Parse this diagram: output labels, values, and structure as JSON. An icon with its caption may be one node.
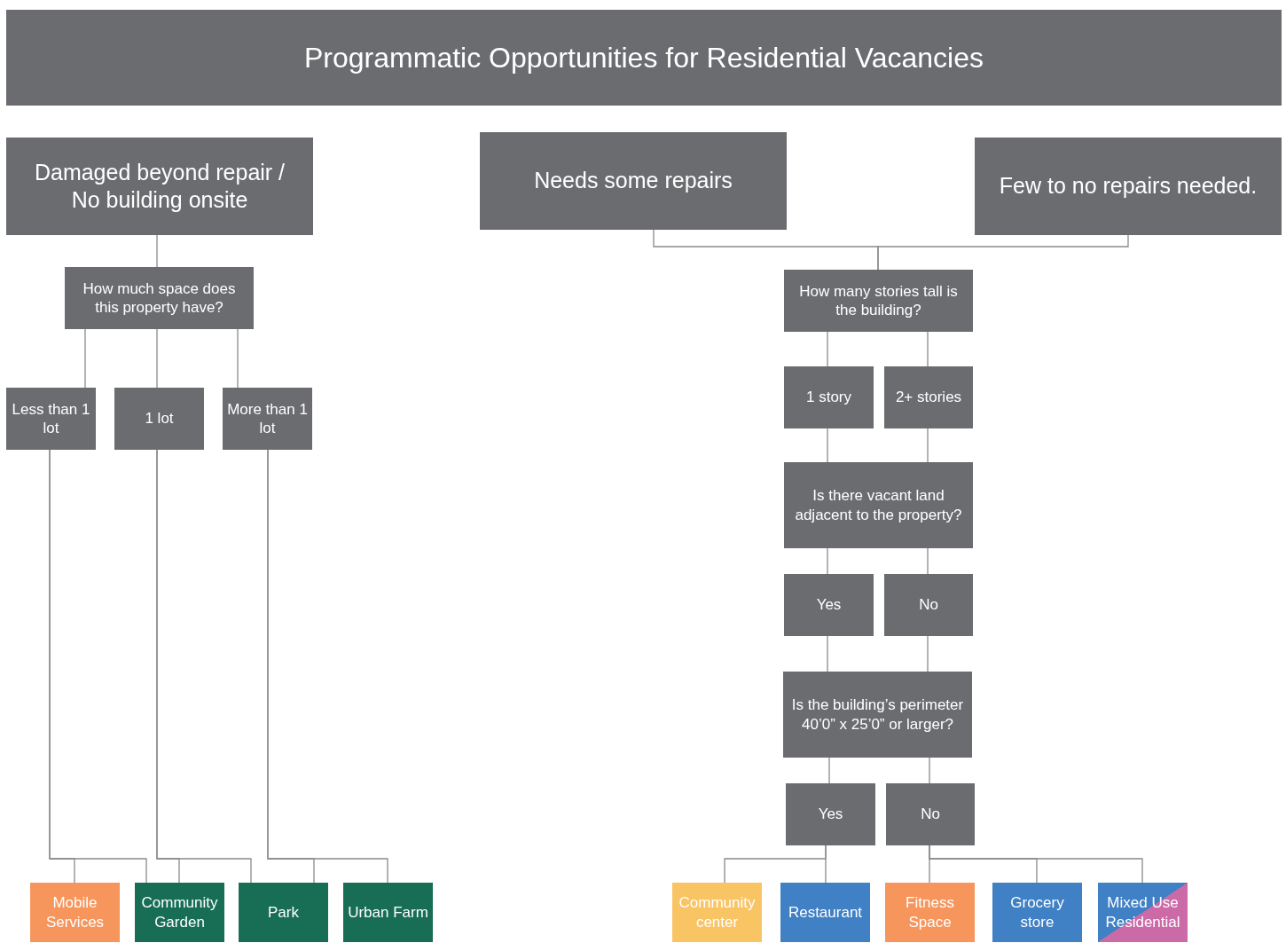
{
  "diagram": {
    "title": "Programmatic Opportunities for Residential Vacancies",
    "nodes": [
      {
        "text": [
          "Damaged beyond repair / No building onsite"
        ]
      },
      {
        "text": [
          "Needs some repairs"
        ]
      },
      {
        "text": [
          "Few to no repairs needed."
        ]
      },
      {
        "text": [
          "How much space does this property have?"
        ]
      },
      {
        "text": [
          "Less than 1 lot"
        ]
      },
      {
        "text": [
          "1 lot"
        ]
      },
      {
        "text": [
          "More than 1 lot"
        ]
      },
      {
        "text": [
          "How many stories tall is the building?"
        ]
      },
      {
        "text": [
          "1 story"
        ]
      },
      {
        "text": [
          "2+ stories"
        ]
      },
      {
        "text": [
          "Is there vacant land adjacent to the property?"
        ]
      },
      {
        "text": [
          "Yes"
        ]
      },
      {
        "text": [
          "No"
        ]
      },
      {
        "text": [
          "Is the building’s perimeter 40’0” x 25’0” or larger?"
        ]
      },
      {
        "text": [
          "Yes"
        ]
      },
      {
        "text": [
          "No"
        ]
      },
      {
        "text": [
          "Mobile Services"
        ]
      },
      {
        "text": [
          "Community Garden"
        ]
      },
      {
        "text": [
          "Park"
        ]
      },
      {
        "text": [
          "Urban Farm"
        ]
      },
      {
        "text": [
          "Community center"
        ]
      },
      {
        "text": [
          "Restaurant"
        ]
      },
      {
        "text": [
          "Fitness Space"
        ]
      },
      {
        "text": [
          "Grocery store"
        ]
      },
      {
        "text": [
          "Mixed Use Residential"
        ]
      }
    ],
    "edges": [
      {
        "from": 0,
        "to": 3,
        "arrow": "none"
      },
      {
        "from": 3,
        "to": 4,
        "arrow": "none"
      },
      {
        "from": 3,
        "to": 5,
        "arrow": "none"
      },
      {
        "from": 3,
        "to": 6,
        "arrow": "none"
      },
      {
        "from": 4,
        "to": 16,
        "arrow": "none"
      },
      {
        "from": 4,
        "to": 17,
        "arrow": "none"
      },
      {
        "from": 5,
        "to": 17,
        "arrow": "none"
      },
      {
        "from": 5,
        "to": 18,
        "arrow": "none"
      },
      {
        "from": 6,
        "to": 18,
        "arrow": "none"
      },
      {
        "from": 6,
        "to": 19,
        "arrow": "none"
      },
      {
        "from": 1,
        "to": 7,
        "arrow": "none"
      },
      {
        "from": 2,
        "to": 7,
        "arrow": "none"
      },
      {
        "from": 7,
        "to": 8,
        "arrow": "none"
      },
      {
        "from": 7,
        "to": 9,
        "arrow": "none"
      },
      {
        "from": 8,
        "to": 10,
        "arrow": "none"
      },
      {
        "from": 9,
        "to": 10,
        "arrow": "none"
      },
      {
        "from": 10,
        "to": 11,
        "arrow": "none"
      },
      {
        "from": 10,
        "to": 12,
        "arrow": "none"
      },
      {
        "from": 11,
        "to": 13,
        "arrow": "none"
      },
      {
        "from": 12,
        "to": 13,
        "arrow": "none"
      },
      {
        "from": 13,
        "to": 14,
        "arrow": "none"
      },
      {
        "from": 13,
        "to": 15,
        "arrow": "none"
      },
      {
        "from": 14,
        "to": 20,
        "arrow": "none"
      },
      {
        "from": 14,
        "to": 21,
        "arrow": "none"
      },
      {
        "from": 15,
        "to": 22,
        "arrow": "none"
      },
      {
        "from": 15,
        "to": 23,
        "arrow": "none"
      },
      {
        "from": 15,
        "to": 24,
        "arrow": "none"
      }
    ]
  }
}
